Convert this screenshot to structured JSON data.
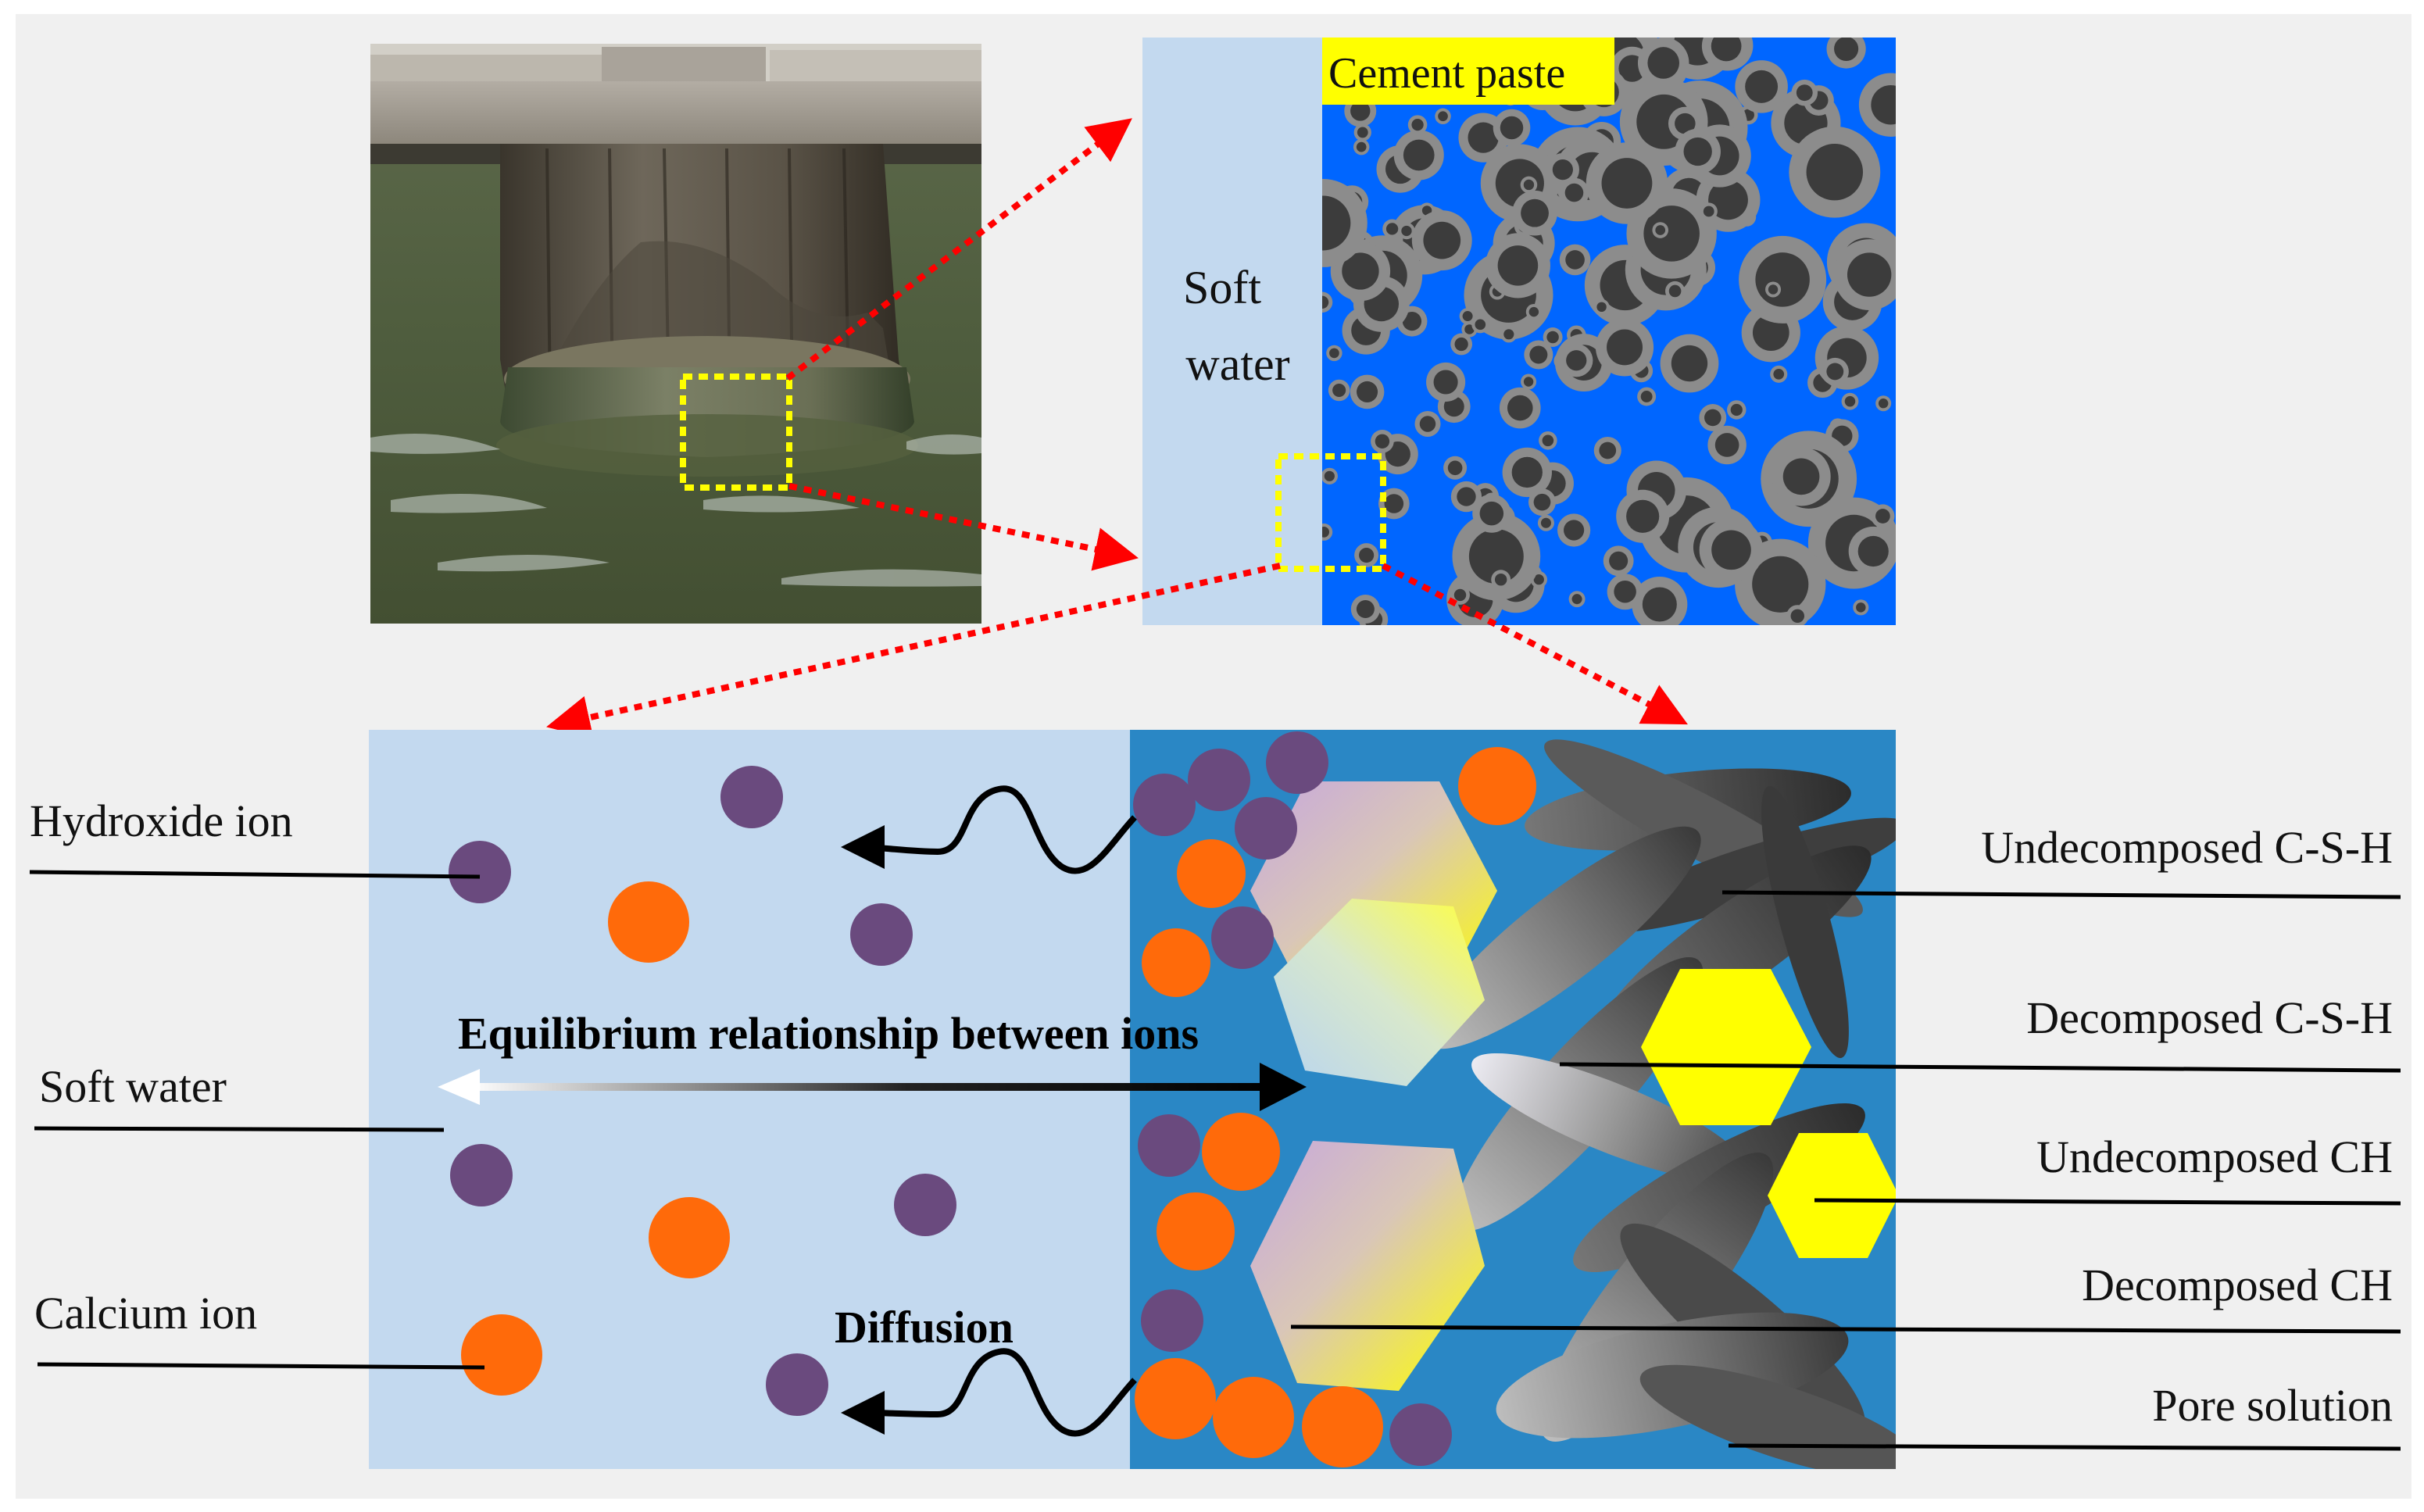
{
  "top_right": {
    "soft_water_line1": "Soft",
    "soft_water_line2": "water",
    "cement_paste": "Cement paste"
  },
  "bottom": {
    "equilibrium": "Equilibrium relationship between ions",
    "diffusion": "Diffusion"
  },
  "left_labels": {
    "hydroxide_ion": "Hydroxide ion",
    "soft_water": "Soft water",
    "calcium_ion": "Calcium ion"
  },
  "right_labels": {
    "undecomposed_csh": "Undecomposed C-S-H",
    "decomposed_csh": "Decomposed C-S-H",
    "undecomposed_ch": "Undecomposed CH",
    "decomposed_ch": "Decomposed CH",
    "pore_solution": "Pore solution"
  },
  "colors": {
    "background": "#f0f0f0",
    "soft_water": "#c3d9ef",
    "cement_matrix": "#0066ff",
    "pore_solution": "#2a87c5",
    "hydroxide_ion": "#6a4a7e",
    "calcium_ion": "#ff6a0a",
    "highlight_box": "#ffff00",
    "zoom_arrow": "#ff0000",
    "undecomposed_ch": "#ffff00"
  }
}
